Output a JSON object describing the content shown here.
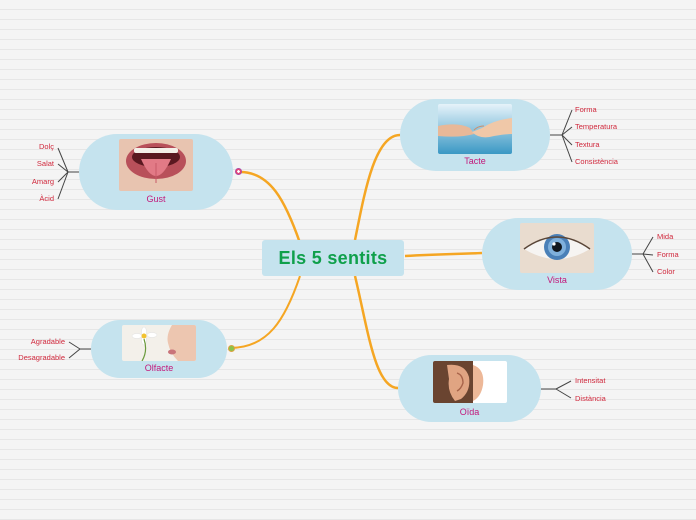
{
  "central": {
    "title": "Els 5 sentits"
  },
  "branches": {
    "gust": {
      "label": "Gust",
      "image": "tongue-photo",
      "leaves": [
        "Dolç",
        "Salat",
        "Amarg",
        "Àcid"
      ]
    },
    "olfacte": {
      "label": "Olfacte",
      "image": "smelling-flower-photo",
      "leaves": [
        "Agradable",
        "Desagradable"
      ]
    },
    "tacte": {
      "label": "Tacte",
      "image": "hands-touching-photo",
      "leaves": [
        "Forma",
        "Temperatura",
        "Textura",
        "Consistència"
      ]
    },
    "vista": {
      "label": "Vista",
      "image": "eye-photo",
      "leaves": [
        "Mida",
        "Forma",
        "Color"
      ]
    },
    "oida": {
      "label": "Oïda",
      "image": "ear-photo",
      "leaves": [
        "Intensitat",
        "Distància"
      ]
    }
  },
  "colors": {
    "connector": "#f5a623",
    "node_fill": "#c5e3ee",
    "title": "#0fa04b",
    "node_label": "#c2187a",
    "leaf_label": "#d0283c"
  }
}
